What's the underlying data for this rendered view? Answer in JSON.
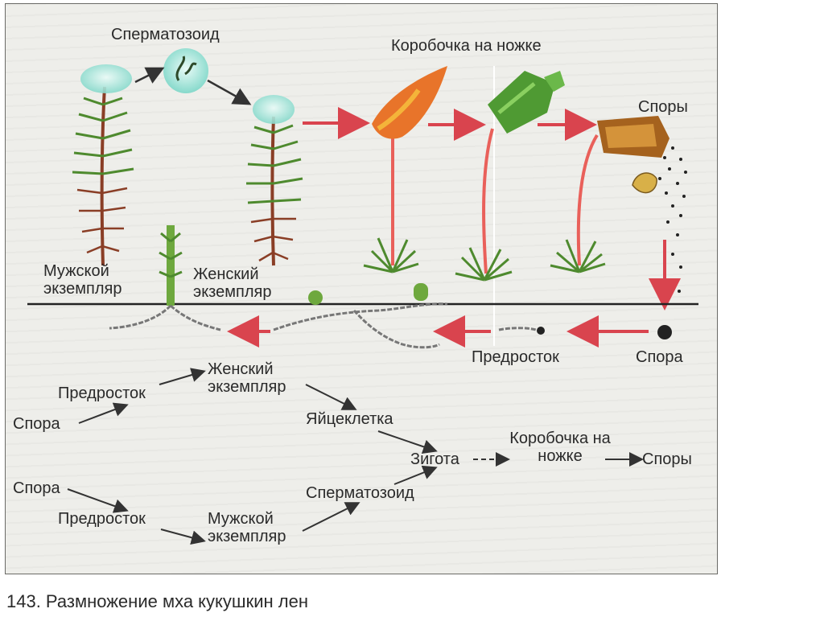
{
  "figure": {
    "caption": "143. Размножение мха кукушкин лен",
    "illustration_labels": {
      "spermatozoid": "Сперматозоид",
      "capsule_on_stalk": "Коробочка на ножке",
      "spores": "Споры",
      "male": "Мужской экземпляр",
      "female": "Женский экземпляр",
      "protonema": "Предросток",
      "spore": "Спора"
    },
    "scheme": {
      "spore_top": "Спора",
      "protonema_top": "Предросток",
      "female": "Женский экземпляр",
      "egg": "Яйцеклетка",
      "zygote": "Зигота",
      "capsule": "Коробочка на ножке",
      "spores": "Споры",
      "spore_bottom": "Спора",
      "protonema_bottom": "Предросток",
      "male": "Мужской экземпляр",
      "spermatozoid": "Сперматозоид"
    }
  },
  "colors": {
    "red_arrow": "#d9444e",
    "dark_arrow": "#333333",
    "plant_green": "#4e8a2e",
    "stem_brown": "#8a3e26",
    "capsule_orange": "#e8742a",
    "capsule_green": "#4f9a33",
    "capsule_brown": "#a5621e"
  }
}
